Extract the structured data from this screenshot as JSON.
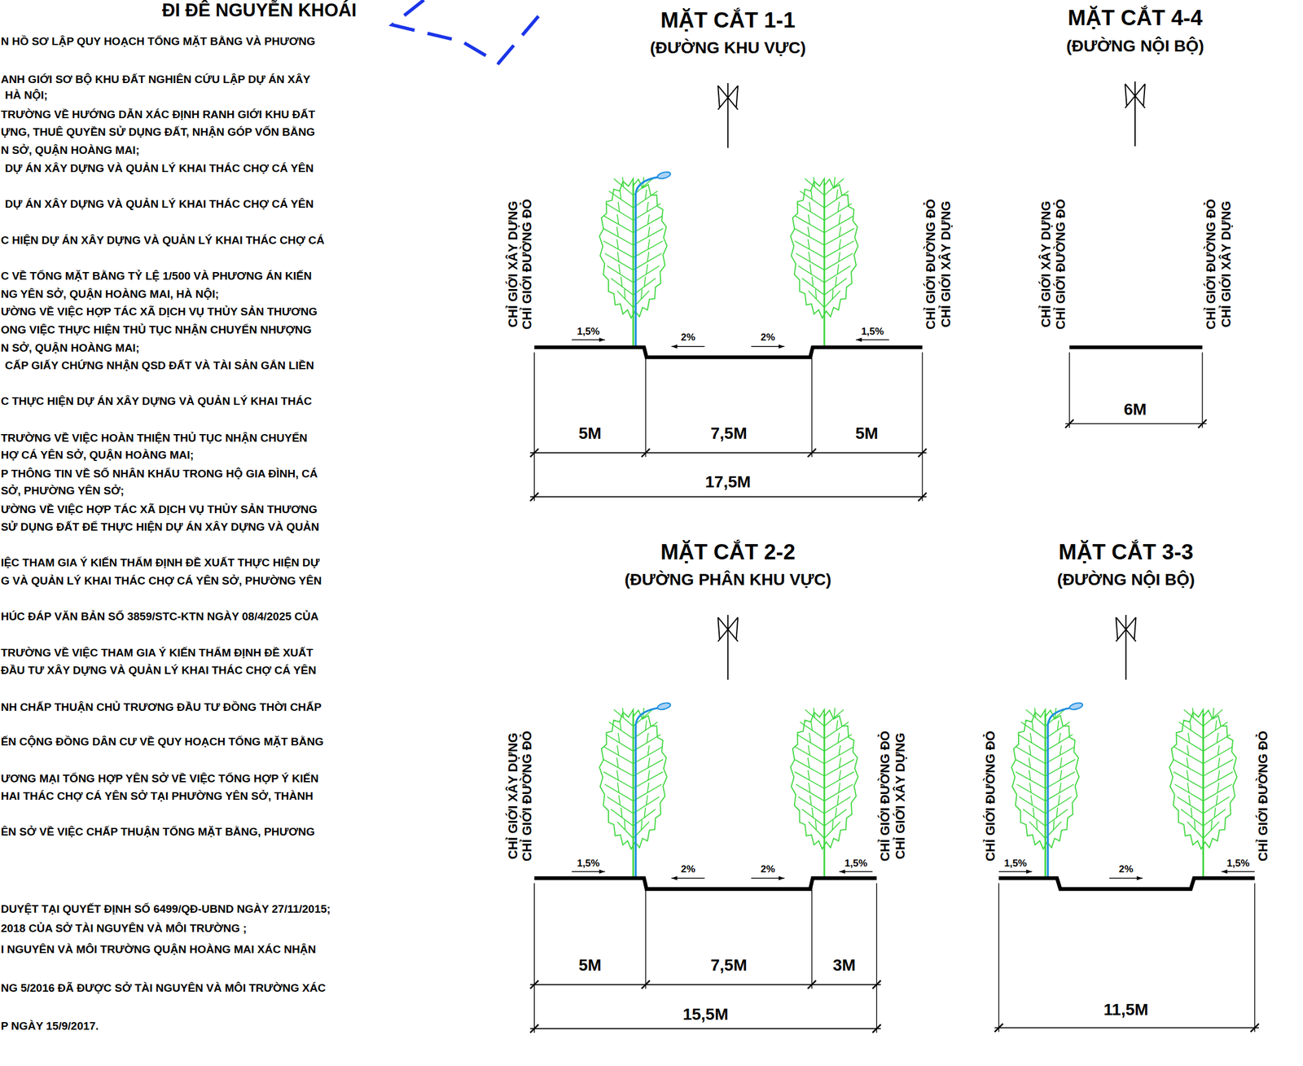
{
  "diagram": {
    "labels": [
      "ĐI ĐÊ NGUYỄN KHOÁI",
      "N HỒ SƠ LẬP QUY HOẠCH TỔNG MẶT BẰNG VÀ PHƯƠNG",
      "ANH GIỚI SƠ BỘ KHU ĐẤT NGHIÊN CỨU LẬP DỰ ÁN XÂY",
      "HÀ NỘI;",
      "TRƯỜNG VỀ HƯỚNG DẪN XÁC ĐỊNH RANH GIỚI KHU ĐẤT",
      "ỰNG, THUÊ QUYỀN SỬ DỤNG ĐẤT, NHẬN GÓP VỐN BẰNG",
      "N SỞ, QUẬN HOÀNG MAI;",
      "DỰ ÁN XÂY DỰNG VÀ QUẢN LÝ KHAI THÁC CHỢ CÁ YÊN",
      "DỰ ÁN XÂY DỰNG VÀ QUẢN LÝ KHAI THÁC CHỢ CÁ YÊN",
      "C HIỆN DỰ ÁN XÂY DỰNG VÀ QUẢN LÝ KHAI THÁC CHỢ CÁ",
      "C VỀ TỔNG MẶT BẰNG TỶ LỆ 1/500 VÀ PHƯƠNG ÁN KIẾN",
      "NG YÊN SỞ, QUẬN HOÀNG MAI, HÀ NỘI;",
      "ƯỜNG VỀ VIỆC HỢP TÁC XÃ DỊCH VỤ THỦY SẢN THƯƠNG",
      "ONG VIỆC THỰC HIỆN THỦ TỤC NHẬN CHUYỂN NHƯỢNG",
      "N SỞ, QUẬN HOÀNG MAI;",
      "CẤP GIẤY CHỨNG NHẬN QSD ĐẤT VÀ TÀI SẢN GẮN LIỀN",
      "C THỰC HIỆN DỰ ÁN XÂY DỰNG VÀ QUẢN LÝ KHAI THÁC",
      "TRƯỜNG VỀ VIỆC HOÀN THIỆN THỦ TỤC NHẬN CHUYỂN",
      "HỢ CÁ YÊN SỞ, QUẬN HOÀNG MAI;",
      "P THÔNG TIN VỀ SỐ NHÂN KHẨU TRONG HỘ GIA ĐÌNH, CÁ",
      "SỞ, PHƯỜNG YÊN SỞ;",
      "ƯỜNG VỀ VIỆC HỢP TÁC XÃ DỊCH VỤ THỦY SẢN THƯƠNG",
      "SỬ DỤNG ĐẤT ĐỂ THỰC HIỆN DỰ ÁN XÂY DỰNG VÀ QUẢN",
      "IỆC THAM GIA Ý KIẾN THẨM ĐỊNH ĐỀ XUẤT THỰC HIỆN DỰ",
      "G VÀ QUẢN LÝ KHAI THÁC CHỢ CÁ YÊN SỞ, PHƯỜNG YÊN",
      "HÚC ĐÁP VĂN BẢN SỐ 3859/STC-KTN NGÀY 08/4/2025 CỦA",
      "TRƯỜNG VỀ VIỆC THAM GIA Ý KIẾN THẨM ĐỊNH ĐỀ XUẤT",
      "ĐẦU TƯ XÂY DỰNG VÀ QUẢN LÝ KHAI THÁC CHỢ CÁ YÊN",
      "NH CHẤP THUẬN CHỦ TRƯƠNG ĐẦU TƯ ĐỒNG THỜI CHẤP",
      "ẾN CỘNG ĐỒNG DÂN CƯ VỀ QUY HOẠCH TỔNG MẶT BẰNG",
      "ƯƠNG MẠI TỔNG HỢP YÊN SỞ VỀ VIỆC TỔNG HỢP Ý KIẾN",
      "HAI THÁC CHỢ CÁ YÊN SỞ TẠI PHƯỜNG YÊN SỞ, THÀNH",
      "ÊN SỞ  VỀ VIỆC CHẤP THUẬN TỔNG MẶT BẰNG, PHƯƠNG",
      "DUYỆT TẠI QUYẾT ĐỊNH SỐ 6499/QĐ-UBND NGÀY 27/11/2015;",
      "2018 CỦA SỞ TÀI NGUYÊN VÀ MÔI TRƯỜNG ;",
      "I NGUYÊN VÀ MÔI TRƯỜNG QUẬN HOÀNG MAI XÁC NHẬN",
      "NG 5/2016 ĐÃ ĐƯỢC SỞ TÀI NGUYÊN VÀ MÔI TRƯỜNG XÁC",
      "P NGÀY 15/9/2017.",
      "MẶT CẮT 1-1",
      "(ĐƯỜNG KHU VỰC)",
      "CHỈ GIỚI XÂY DỰNG",
      "CHỈ GIỚI ĐƯỜNG ĐỎ",
      "1,5%",
      "2%",
      "2%",
      "1,5%",
      "CHỈ GIỚI ĐƯỜNG ĐỎ",
      "CHỈ GIỚI XÂY DỰNG",
      "5M",
      "7,5M",
      "5M",
      "17,5M",
      "MẶT CẮT 4-4",
      "(ĐƯỜNG NỘI BỘ)",
      "CHỈ GIỚI XÂY DỰNG",
      "CHỈ GIỚI ĐƯỜNG ĐỎ",
      "CHỈ GIỚI ĐƯỜNG ĐỎ",
      "CHỈ GIỚI XÂY DỰNG",
      "6M",
      "MẶT CẮT 2-2",
      "(ĐƯỜNG PHÂN KHU VỰC)",
      "CHỈ GIỚI XÂY DỰNG",
      "CHỈ GIỚI ĐƯỜNG ĐỎ",
      "1,5%",
      "2%",
      "2%",
      "1,5%",
      "CHỈ GIỚI ĐƯỜNG ĐỎ",
      "CHỈ GIỚI XÂY DỰNG",
      "5M",
      "7,5M",
      "3M",
      "15,5M",
      "MẶT CẮT 3-3",
      "(ĐƯỜNG NỘI BỘ)",
      "CHỈ GIỚI ĐƯỜNG ĐỎ",
      "1,5%",
      "2%",
      "1,5%",
      "CHỈ GIỚI ĐƯỜNG ĐỎ",
      "11,5M"
    ]
  }
}
